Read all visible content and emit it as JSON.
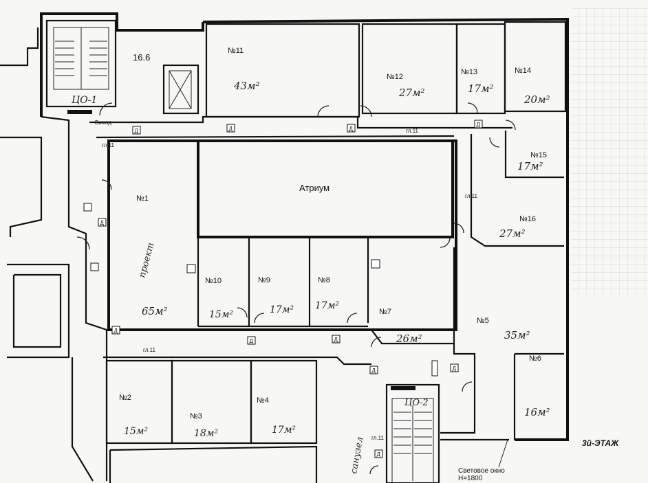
{
  "plan": {
    "floor_label": "3й-ЭТАЖ",
    "skylight_label": "Световое окно",
    "skylight_height": "Н=1800",
    "stair_1": "ЦО-1",
    "stair_2": "ЦО-2",
    "area_16_6": "16.6",
    "atrium": "Атриум",
    "exit": "Выход",
    "fire_marker": "Д",
    "partition_note": "гл.11",
    "rooms": [
      {
        "id": "r11",
        "no": "№11",
        "area": "43м²"
      },
      {
        "id": "r12",
        "no": "№12",
        "area": "27м²"
      },
      {
        "id": "r13",
        "no": "№13",
        "area": "17м²"
      },
      {
        "id": "r14",
        "no": "№14",
        "area": "20м²"
      },
      {
        "id": "r15",
        "no": "№15",
        "area": "17м²"
      },
      {
        "id": "r16",
        "no": "№16",
        "area": "27м²"
      },
      {
        "id": "r1",
        "no": "№1",
        "area": "65м²"
      },
      {
        "id": "r10",
        "no": "№10",
        "area": "15м²"
      },
      {
        "id": "r9",
        "no": "№9",
        "area": "17м²"
      },
      {
        "id": "r8",
        "no": "№8",
        "area": "17м²"
      },
      {
        "id": "r7",
        "no": "№7",
        "area": "26м²"
      },
      {
        "id": "r5",
        "no": "№5",
        "area": "35м²"
      },
      {
        "id": "r6",
        "no": "№6",
        "area": "16м²"
      },
      {
        "id": "r2",
        "no": "№2",
        "area": "15м²"
      },
      {
        "id": "r3",
        "no": "№3",
        "area": "18м²"
      },
      {
        "id": "r4",
        "no": "№4",
        "area": "17м²"
      }
    ],
    "handwritten_notes": [
      "проект",
      "санузел"
    ]
  }
}
